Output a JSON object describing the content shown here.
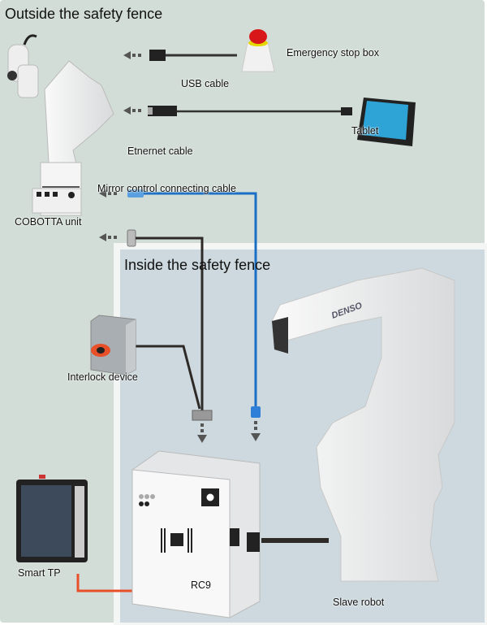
{
  "titles": {
    "outside": "Outside the safety fence",
    "inside": "Inside the safety fence"
  },
  "labels": {
    "estop": "Emergency stop box",
    "usb": "USB cable",
    "tablet": "Tablet",
    "ethernet": "Etnernet cable",
    "mirror": "Mirror control connecting cable",
    "cobotta": "COBOTTA unit",
    "interlock": "Interlock device",
    "smart_tp": "Smart TP",
    "rc9": "RC9",
    "slave": "Slave robot",
    "robot_brand": "DENSO"
  },
  "colors": {
    "ethernet_cable": "#1a6fc4",
    "tp_cable": "#e8502a",
    "cable": "#2e2a28",
    "outside_bg": "#d2ddd7",
    "inside_bg": "#cdd9de"
  }
}
